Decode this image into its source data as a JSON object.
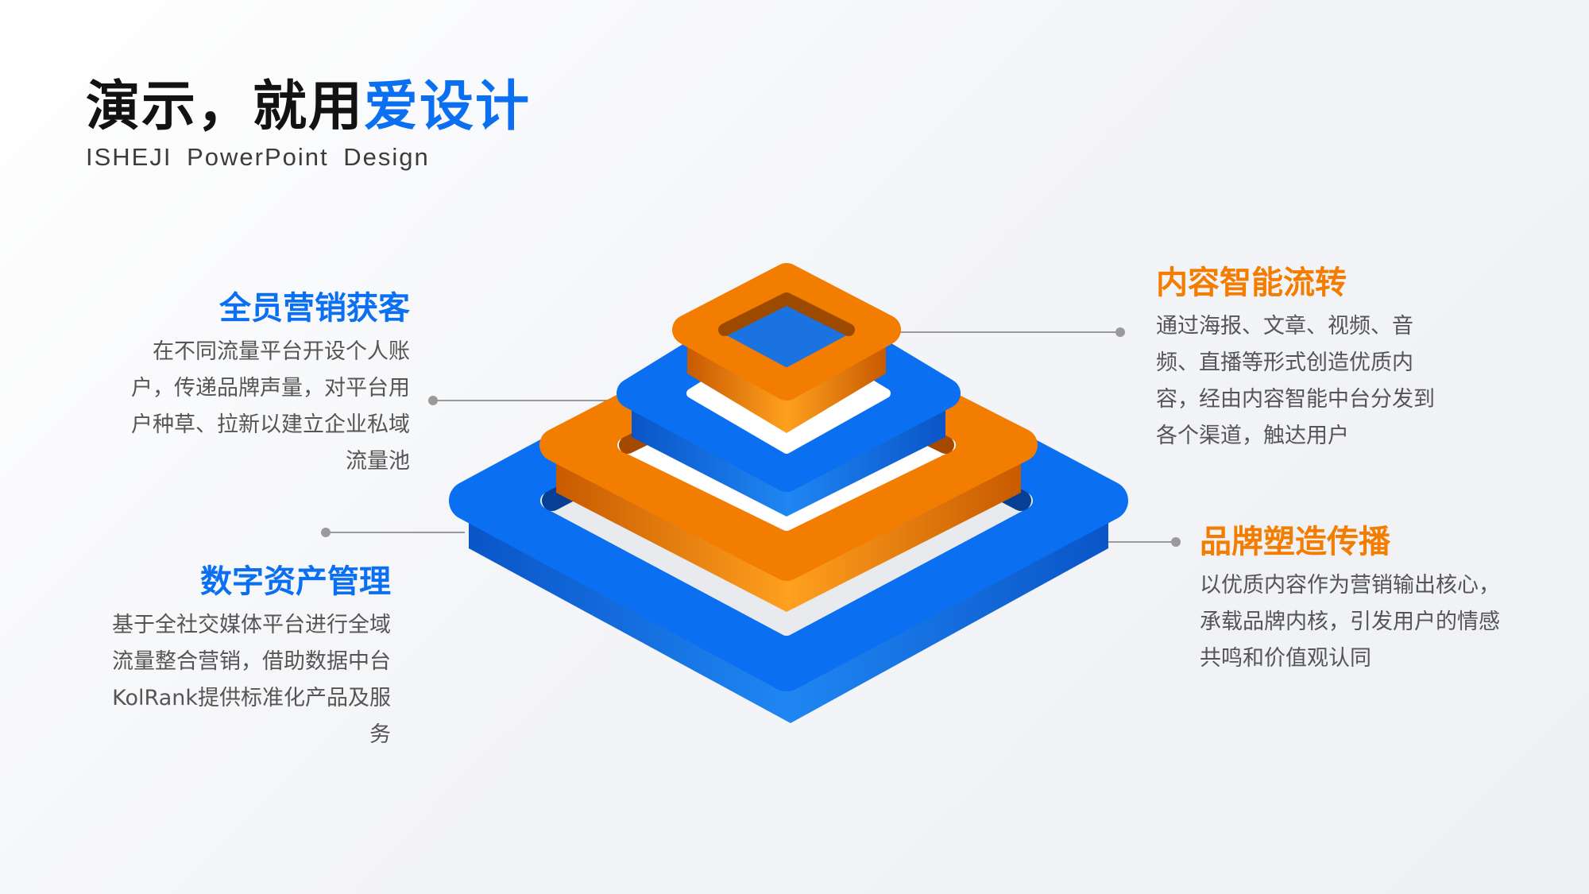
{
  "header": {
    "title_part1": "演示，就用",
    "title_part2": "爱设计",
    "subtitle": "ISHEJI PowerPoint Design"
  },
  "items": [
    {
      "title": "全员营销获客",
      "desc": "在不同流量平台开设个人账户，传递品牌声量，对平台用户种草、拉新以建立企业私域流量池"
    },
    {
      "title": "数字资产管理",
      "desc": "基于全社交媒体平台进行全域流量整合营销，借助数据中台KolRank提供标准化产品及服务"
    },
    {
      "title": "内容智能流转",
      "desc": "通过海报、文章、视频、音频、直播等形式创造优质内容，经由内容智能中台分发到各个渠道，触达用户"
    },
    {
      "title": "品牌塑造传播",
      "desc": "以优质内容作为营销输出核心，承载品牌内核，引发用户的情感共鸣和价值观认同"
    }
  ],
  "colors": {
    "blue": "#0a6ff0",
    "orange": "#f37d00",
    "title_dark": "#121212"
  }
}
